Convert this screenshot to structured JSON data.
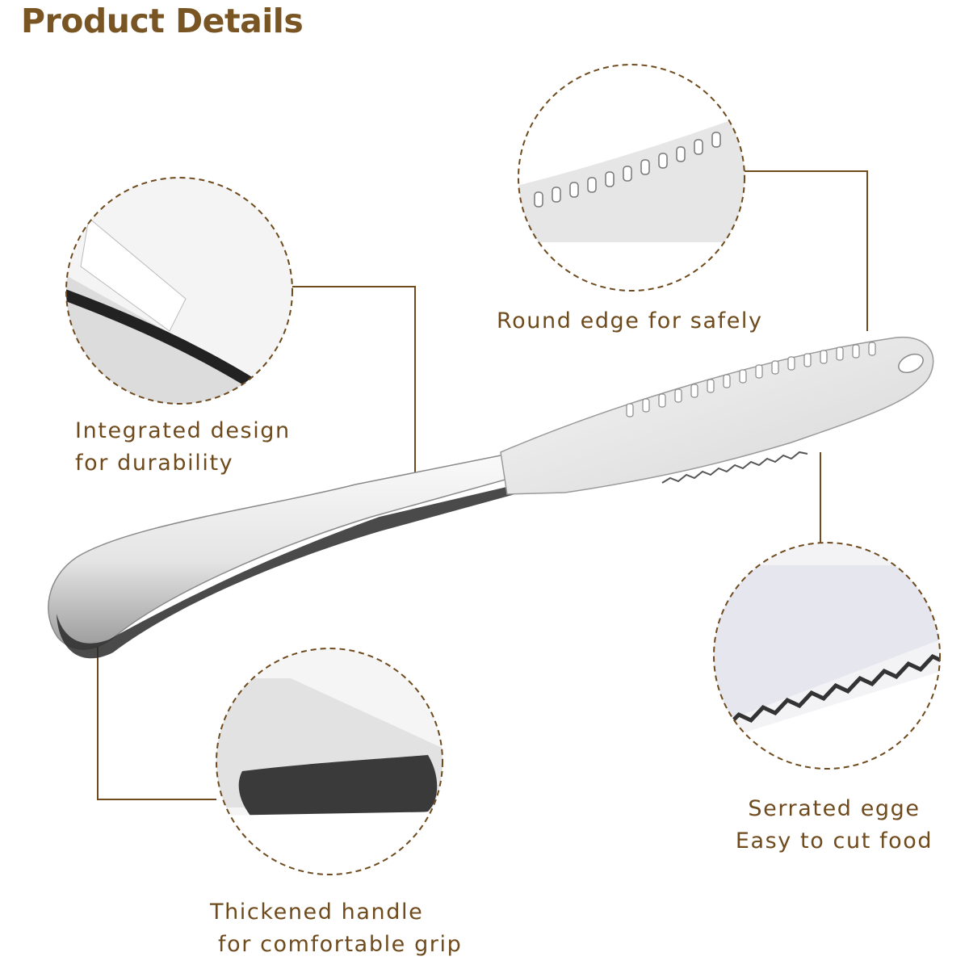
{
  "title": "Product Details",
  "accent_color": "#7a5524",
  "callouts": {
    "round_edge": "Round edge for safely",
    "integrated": [
      "Integrated design",
      "for durability"
    ],
    "serrated": [
      "Serrated egge",
      "Easy to cut food"
    ],
    "handle": [
      "Thickened handle",
      "for comfortable grip"
    ]
  }
}
